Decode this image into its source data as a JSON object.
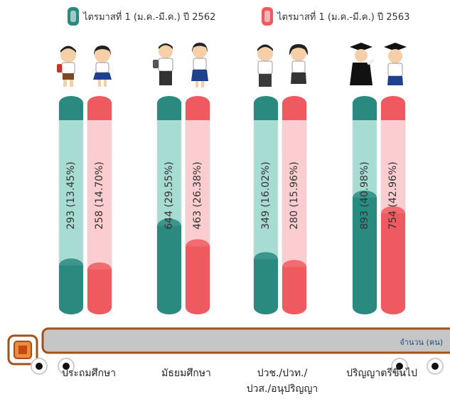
{
  "colors": {
    "series_2562": "#2a8a80",
    "series_2562_light": "#a6dcd2",
    "series_2563": "#ee5a5f",
    "series_2563_light": "#fbcdd0",
    "axis_bar": "#c6c6c6",
    "axis_border": "#a0521d",
    "axis_cap": "#f08a3c",
    "unit_text": "#1a4f8a"
  },
  "unit_label": "จำนวน (คน)",
  "categories_display": [
    {
      "line1": "ประถมศึกษา",
      "line2": ""
    },
    {
      "line1": "มัธยมศึกษา",
      "line2": ""
    },
    {
      "line1": "ปวช./ปวท./",
      "line2": "ปวส./อนุปริญญา"
    },
    {
      "line1": "ปริญญาตรีขึ้นไป",
      "line2": ""
    }
  ],
  "chart_data": {
    "type": "bar",
    "categories": [
      "ประถมศึกษา",
      "มัธยมศึกษา",
      "ปวช./ปวท./ปวส./อนุปริญญา",
      "ปริญญาตรีขึ้นไป"
    ],
    "series": [
      {
        "name": "ไตรมาสที่ 1 (ม.ค.-มี.ค.) ปี 2562",
        "values": [
          293,
          644,
          349,
          893
        ],
        "labels": [
          "293 (13.45%)",
          "644 (29.55%)",
          "349 (16.02%)",
          "893 (40.98%)"
        ]
      },
      {
        "name": "ไตรมาสที่ 1 (ม.ค.-มี.ค.) ปี 2563",
        "values": [
          258,
          463,
          280,
          754
        ],
        "labels": [
          "258 (14.70%)",
          "463 (26.38%)",
          "280 (15.96%)",
          "754 (42.96%)"
        ]
      }
    ],
    "percentages": [
      [
        13.45,
        29.55,
        16.02,
        40.98
      ],
      [
        14.7,
        26.38,
        15.96,
        42.96
      ]
    ],
    "legend_position": "top",
    "grid": false
  }
}
